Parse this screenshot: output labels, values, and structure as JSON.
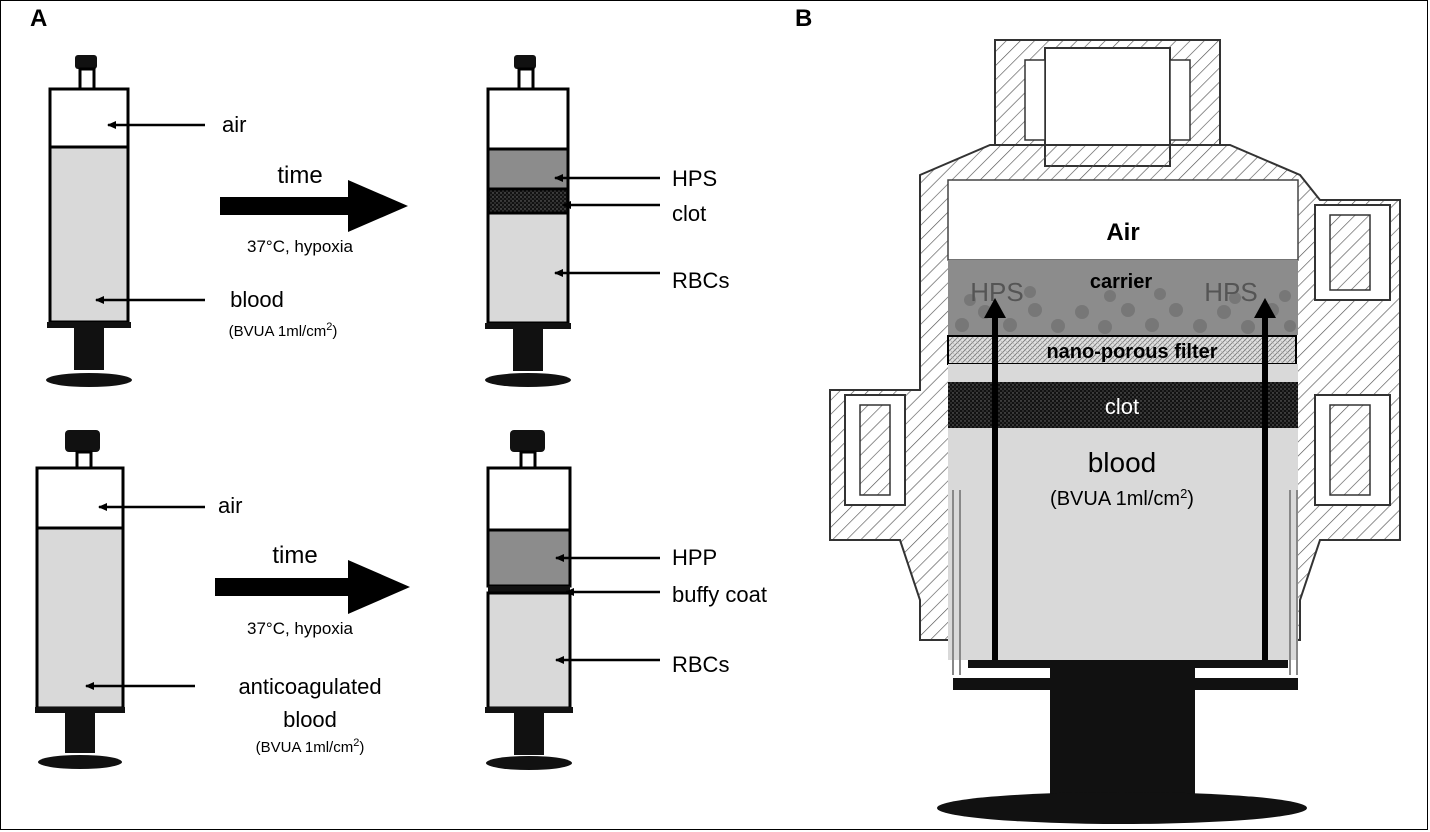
{
  "panel_a": {
    "letter": "A",
    "top": {
      "left_labels": {
        "air": "air",
        "blood": "blood",
        "blood_sub": "(BVUA 1ml/cm",
        "blood_sup": "2",
        "blood_close": ")"
      },
      "arrow": {
        "label": "time",
        "condition": "37°C, hypoxia"
      },
      "right_labels": {
        "hps": "HPS",
        "clot": "clot",
        "rbcs": "RBCs"
      }
    },
    "bottom": {
      "left_labels": {
        "air": "air",
        "blood_line1": "anticoagulated",
        "blood_line2": "blood",
        "blood_sub": "(BVUA 1ml/cm",
        "blood_sup": "2",
        "blood_close": ")"
      },
      "arrow": {
        "label": "time",
        "condition": "37°C, hypoxia"
      },
      "right_labels": {
        "hpp": "HPP",
        "buffy": "buffy coat",
        "rbcs": "RBCs"
      }
    }
  },
  "panel_b": {
    "letter": "B",
    "air": "Air",
    "carrier": "carrier",
    "hps_left": "HPS",
    "hps_right": "HPS",
    "filter": "nano-porous filter",
    "clot": "clot",
    "blood": "blood",
    "blood_sub": "(BVUA 1ml/cm",
    "blood_sup": "2",
    "blood_close": ")"
  },
  "colors": {
    "outline": "#000000",
    "serum_dark": "#8c8c8c",
    "blood_light": "#d9d9d9",
    "clot": "#1a1a1a",
    "hatch": "#555555"
  }
}
